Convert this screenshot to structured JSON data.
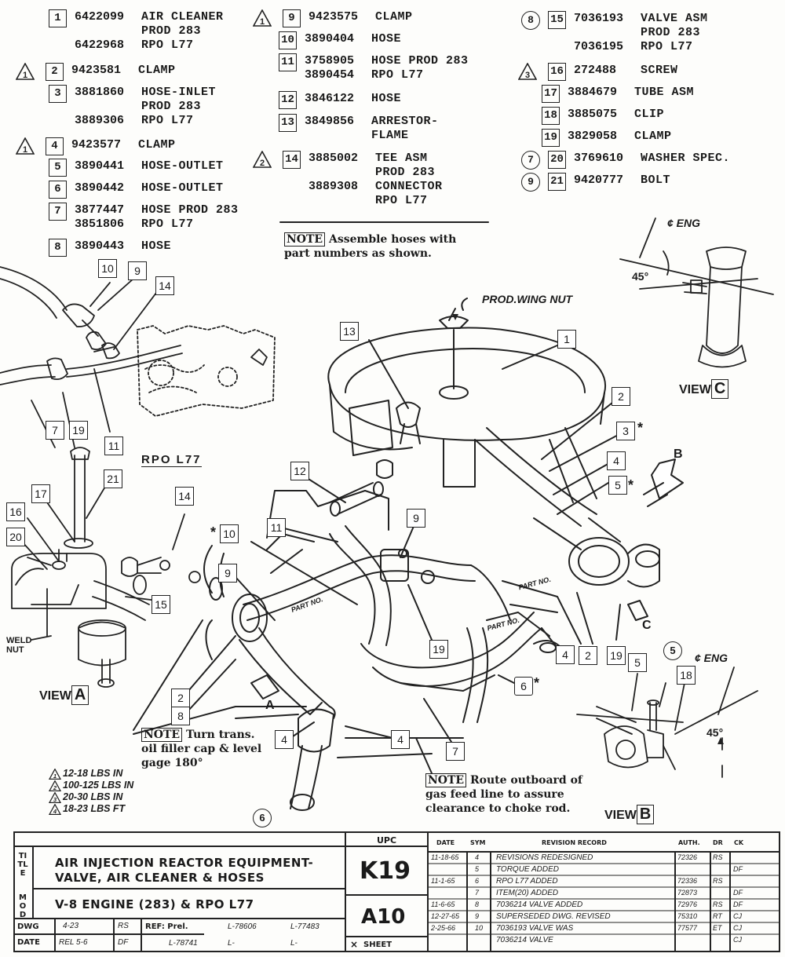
{
  "parts": [
    {
      "id": "p1",
      "mark": "box",
      "n": "1",
      "num": "6422099",
      "desc": "AIR CLEANER",
      "sub": [
        [
          "",
          "PROD 283"
        ],
        [
          "6422968",
          "RPO L77"
        ]
      ]
    },
    {
      "id": "p2",
      "mark": "box",
      "tri": "1",
      "n": "2",
      "num": "9423581",
      "desc": "CLAMP",
      "sub": []
    },
    {
      "id": "p3",
      "mark": "box",
      "n": "3",
      "num": "3881860",
      "desc": "HOSE-INLET",
      "sub": [
        [
          "",
          "PROD 283"
        ],
        [
          "3889306",
          "RPO L77"
        ]
      ]
    },
    {
      "id": "p4",
      "mark": "box",
      "tri": "1",
      "n": "4",
      "num": "9423577",
      "desc": "CLAMP",
      "sub": []
    },
    {
      "id": "p5",
      "mark": "box",
      "n": "5",
      "num": "3890441",
      "desc": "HOSE-OUTLET",
      "sub": []
    },
    {
      "id": "p6",
      "mark": "box",
      "n": "6",
      "num": "3890442",
      "desc": "HOSE-OUTLET",
      "sub": []
    },
    {
      "id": "p7",
      "mark": "box",
      "n": "7",
      "num": "3877447",
      "desc": "HOSE PROD 283",
      "sub": [
        [
          "3851806",
          "RPO L77"
        ]
      ]
    },
    {
      "id": "p8",
      "mark": "box",
      "n": "8",
      "num": "3890443",
      "desc": "HOSE",
      "sub": []
    },
    {
      "id": "p9",
      "mark": "box",
      "tri": "1",
      "n": "9",
      "num": "9423575",
      "desc": "CLAMP",
      "sub": []
    },
    {
      "id": "p10",
      "mark": "box",
      "n": "10",
      "num": "3890404",
      "desc": "HOSE",
      "sub": []
    },
    {
      "id": "p11",
      "mark": "box",
      "n": "11",
      "num": "3758905",
      "desc": "HOSE PROD 283",
      "sub": [
        [
          "3890454",
          "RPO L77"
        ]
      ]
    },
    {
      "id": "p12",
      "mark": "box",
      "n": "12",
      "num": "3846122",
      "desc": "HOSE",
      "sub": []
    },
    {
      "id": "p13",
      "mark": "box",
      "n": "13",
      "num": "3849856",
      "desc": "ARRESTOR-",
      "sub": [
        [
          "",
          "FLAME"
        ]
      ]
    },
    {
      "id": "p14",
      "mark": "box",
      "tri": "2",
      "n": "14",
      "num": "3885002",
      "desc": "TEE ASM",
      "sub": [
        [
          "",
          "PROD 283"
        ],
        [
          "3889308",
          "CONNECTOR"
        ],
        [
          "",
          "RPO L77"
        ]
      ]
    },
    {
      "id": "p15",
      "mark": "box",
      "circ": "8",
      "n": "15",
      "num": "7036193",
      "desc": "VALVE ASM",
      "sub": [
        [
          "",
          "PROD 283"
        ],
        [
          "7036195",
          "RPO L77"
        ]
      ]
    },
    {
      "id": "p16",
      "mark": "box",
      "tri": "3",
      "n": "16",
      "num": "272488",
      "desc": "SCREW",
      "sub": []
    },
    {
      "id": "p17",
      "mark": "box",
      "n": "17",
      "num": "3884679",
      "desc": "TUBE ASM",
      "sub": []
    },
    {
      "id": "p18",
      "mark": "box",
      "n": "18",
      "num": "3885075",
      "desc": "CLIP",
      "sub": []
    },
    {
      "id": "p19",
      "mark": "box",
      "n": "19",
      "num": "3829058",
      "desc": "CLAMP",
      "sub": []
    },
    {
      "id": "p20",
      "mark": "box",
      "circ": "7",
      "n": "20",
      "num": "3769610",
      "desc": "WASHER SPEC.",
      "sub": []
    },
    {
      "id": "p21",
      "mark": "box",
      "circ": "9",
      "n": "21",
      "num": "9420777",
      "desc": "BOLT",
      "sub": []
    }
  ],
  "notes": {
    "assemble_tag": "NOTE",
    "assemble_text": "Assemble hoses with",
    "assemble_text2": "part numbers as shown.",
    "trans_tag": "NOTE",
    "trans_text": "Turn trans.",
    "trans_text2": "oil filler cap & level",
    "trans_text3": "gage 180°",
    "route_tag": "NOTE",
    "route_text": "Route outboard of",
    "route_text2": "gas feed line to assure",
    "route_text3": "clearance to choke rod."
  },
  "labels": {
    "prod_wing_nut": "PROD.WING NUT",
    "eng_c": "¢ ENG",
    "eng_b": "¢ ENG",
    "deg_c": "45°",
    "deg_b": "45°",
    "rpo": "RPO L77",
    "weld_nut": "WELD NUT",
    "part_no_1": "PART NO.",
    "part_no_2": "PART NO.",
    "part_no_3": "PART NO.",
    "letter_a": "A",
    "letter_b": "B",
    "letter_c": "C",
    "circ5": "5",
    "circ6": "6",
    "view_word": "VIEW",
    "view_a": "A",
    "view_b": "B",
    "view_c": "C"
  },
  "callouts": [
    {
      "t": "10"
    },
    {
      "t": "9"
    },
    {
      "t": "14"
    },
    {
      "t": "7"
    },
    {
      "t": "19"
    },
    {
      "t": "11"
    },
    {
      "t": "21"
    },
    {
      "t": "17"
    },
    {
      "t": "16"
    },
    {
      "t": "20"
    },
    {
      "t": "14"
    },
    {
      "t": "15"
    },
    {
      "t": "13"
    },
    {
      "t": "1"
    },
    {
      "t": "2"
    },
    {
      "t": "3"
    },
    {
      "t": "4"
    },
    {
      "t": "5"
    },
    {
      "t": "12"
    },
    {
      "t": "11"
    },
    {
      "t": "9"
    },
    {
      "t": "10"
    },
    {
      "t": "9"
    },
    {
      "t": "19"
    },
    {
      "t": "2"
    },
    {
      "t": "19"
    },
    {
      "t": "4"
    },
    {
      "t": "6"
    },
    {
      "t": "2"
    },
    {
      "t": "8"
    },
    {
      "t": "4"
    },
    {
      "t": "4"
    },
    {
      "t": "7"
    },
    {
      "t": "5"
    },
    {
      "t": "18"
    }
  ],
  "asterisk": "*",
  "torque": [
    {
      "tri": "1",
      "text": "12-18 LBS IN"
    },
    {
      "tri": "2",
      "text": "100-125 LBS IN"
    },
    {
      "tri": "3",
      "text": "20-30 LBS IN"
    },
    {
      "tri": "4",
      "text": "18-23 LBS FT"
    }
  ],
  "title_block": {
    "title_label": "TITLE",
    "title1": "AIR INJECTION REACTOR EQUIPMENT-",
    "title2": "VALVE, AIR CLEANER & HOSES",
    "mod_label": "MOD",
    "model": "V-8 ENGINE (283) & RPO L77",
    "upc_label": "UPC",
    "upc": "K19",
    "group": "A10",
    "dwg_label": "DWG",
    "dwg_date": "4-23",
    "dwg_by": "RS",
    "date_label": "DATE",
    "date_val": "REL 5-6",
    "date_by": "DF",
    "ref_label": "REF: Prel.",
    "ref1": "L-78606",
    "ref2": "L-77483",
    "ref3": "L-78741",
    "ref4": "L-",
    "ref5": "L-",
    "sheet_label": "SHEET",
    "rev_headers": {
      "date": "DATE",
      "sym": "SYM",
      "record": "REVISION RECORD",
      "auth": "AUTH.",
      "dr": "DR",
      "ck": "CK"
    },
    "revisions": [
      {
        "date": "11-18-65",
        "sym": "4",
        "text": "REVISIONS REDESIGNED",
        "auth": "72326",
        "dr": "RS",
        "ck": ""
      },
      {
        "date": "",
        "sym": "5",
        "text": "TORQUE ADDED",
        "auth": "",
        "dr": "",
        "ck": "DF"
      },
      {
        "date": "11-1-65",
        "sym": "6",
        "text": "RPO L77 ADDED",
        "auth": "72336",
        "dr": "RS",
        "ck": ""
      },
      {
        "date": "",
        "sym": "7",
        "text": "ITEM(20) ADDED",
        "auth": "72873",
        "dr": "",
        "ck": "DF"
      },
      {
        "date": "11-6-65",
        "sym": "8",
        "text": "7036214 VALVE ADDED",
        "auth": "72976",
        "dr": "RS",
        "ck": "DF"
      },
      {
        "date": "12-27-65",
        "sym": "9",
        "text": "SUPERSEDED DWG. REVISED",
        "auth": "75310",
        "dr": "RT",
        "ck": "CJ"
      },
      {
        "date": "2-25-66",
        "sym": "10",
        "text": "7036193 VALVE WAS",
        "auth": "77577",
        "dr": "ET",
        "ck": "CJ"
      },
      {
        "date": "",
        "sym": "",
        "text": "7036214 VALVE",
        "auth": "",
        "dr": "",
        "ck": "CJ"
      }
    ]
  }
}
